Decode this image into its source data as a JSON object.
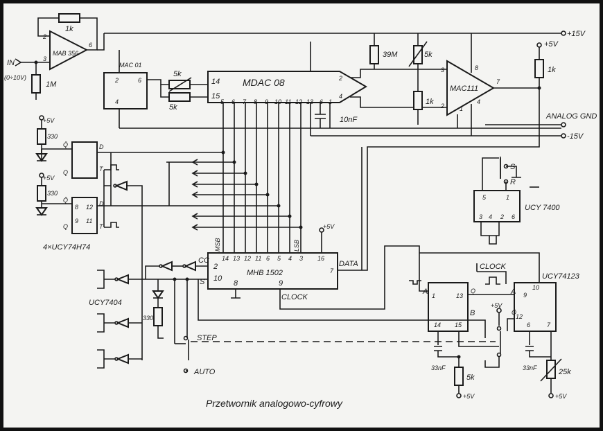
{
  "caption": "Przetwornik analogowo-cyfrowy",
  "rails": {
    "plus15": "+15V",
    "minus15": "-15V",
    "analog_gnd": "ANALOG GND",
    "plus5": "+5V"
  },
  "chips": {
    "mab356": "MAB 356",
    "mac01": "MAC 01",
    "mdac08": "MDAC 08",
    "mac111": "MAC111",
    "mhb1502": "MHB 1502",
    "ucy7400": "UCY 7400",
    "ucy74123": "UCY74123",
    "ucy74h74": "4×UCY74H74",
    "ucy7404": "UCY7404"
  },
  "components": {
    "r_1k_fb": "1k",
    "r_1m": "1M",
    "r_5k_a": "5k",
    "r_5k_b": "5k",
    "r_39m": "39M",
    "r_5k_pot": "5k",
    "r_1k_div": "1k",
    "r_1k_out": "1k",
    "c_10nf": "10nF",
    "r_330_a": "330",
    "r_330_b": "330",
    "r_330_c": "330",
    "c_33nf_a": "33nF",
    "r_5k_c": "5k",
    "c_33nf_b": "33nF",
    "r_25k": "25k"
  },
  "labels": {
    "in": "IN",
    "in_range": "(0÷10V)",
    "msb": "MSB",
    "lsb": "LSB",
    "cc": "CC",
    "s": "S",
    "data": "DATA",
    "clock_a": "CLOCK",
    "clock_b": "CLOCK",
    "step": "STEP",
    "auto": "AUTO",
    "sw_s": "S",
    "sw_r": "R",
    "q_bar": "Q̄",
    "q": "Q",
    "d": "D",
    "t": "T",
    "a": "A",
    "b": "B"
  }
}
